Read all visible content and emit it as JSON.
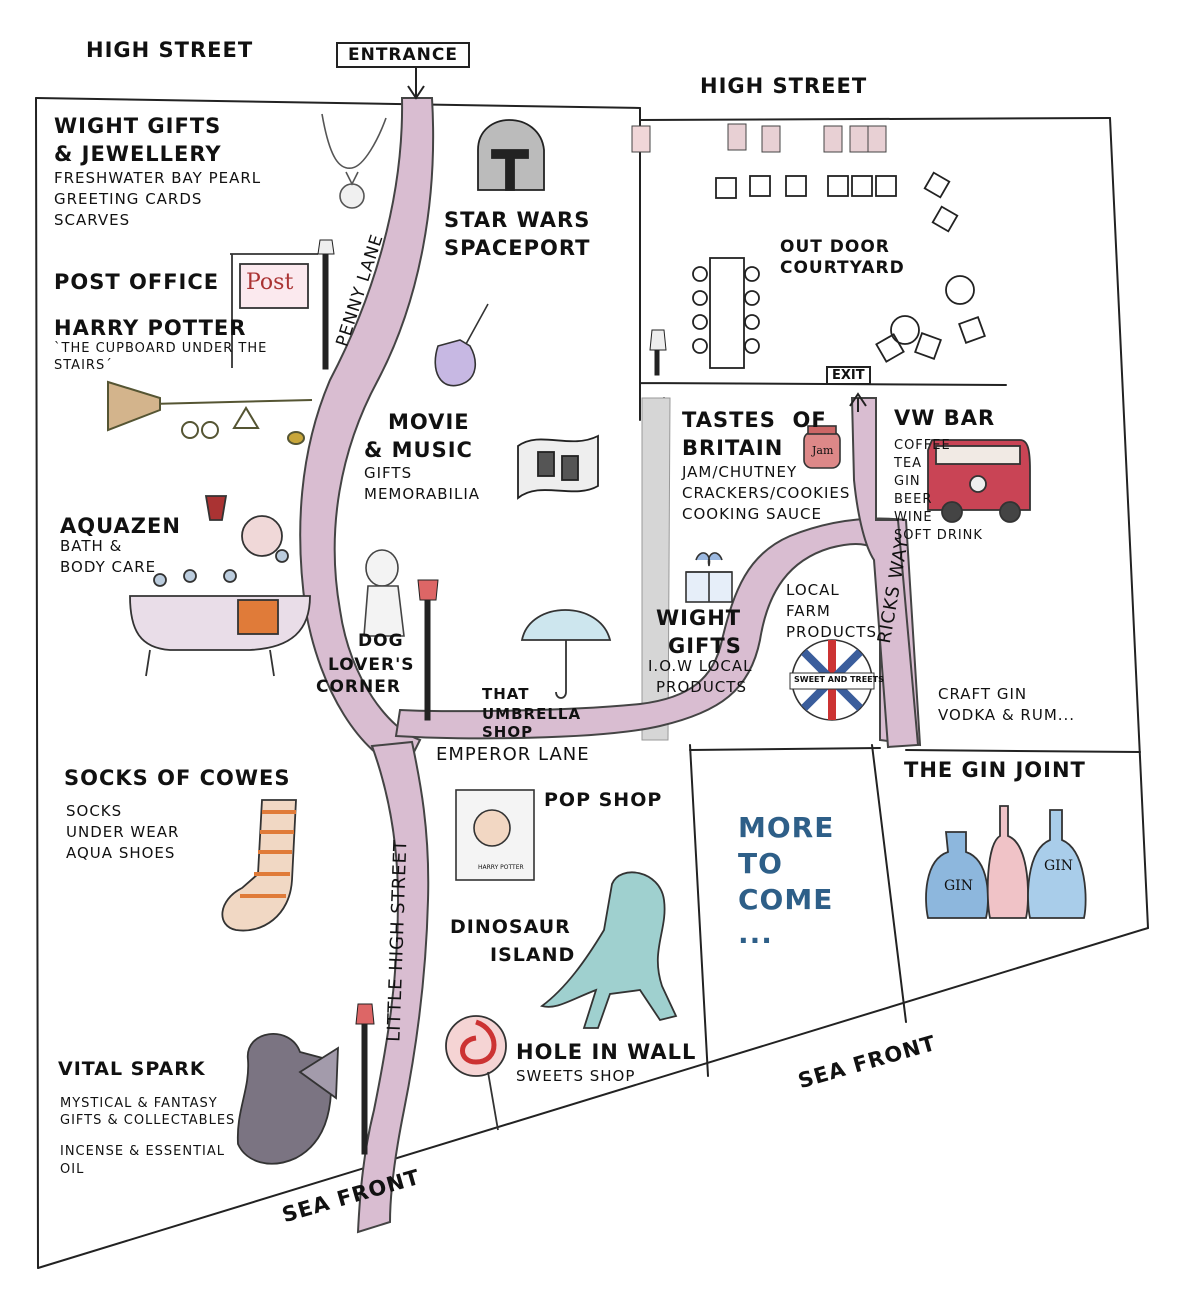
{
  "streets": {
    "high_street_left": "HIGH STREET",
    "high_street_right": "HIGH STREET",
    "entrance": "ENTRANCE",
    "exit": "EXIT",
    "penny_lane": "PENNY LANE",
    "emperor_lane": "EMPEROR LANE",
    "little_high_street": "LITTLE HIGH STREET",
    "ricks_way": "RICKS WAY",
    "sea_front_left": "SEA FRONT",
    "sea_front_right": "SEA FRONT"
  },
  "shops": {
    "wight_gifts_jewellery": {
      "title1": "WIGHT GIFTS",
      "title2": "& JEWELLERY",
      "lines": [
        "FRESHWATER BAY PEARL",
        "GREETING CARDS",
        "SCARVES"
      ]
    },
    "post_office": {
      "title": "POST OFFICE",
      "sign": "Post"
    },
    "harry_potter": {
      "title": "HARRY POTTER",
      "lines": [
        "`THE CUPBOARD UNDER THE",
        "STAIRS´"
      ]
    },
    "aquazen": {
      "title": "AQUAZEN",
      "lines": [
        "BATH &",
        "BODY CARE"
      ]
    },
    "star_wars": {
      "title1": "STAR WARS",
      "title2": "SPACEPORT"
    },
    "movie_music": {
      "title1": "MOVIE",
      "title2": "& MUSIC",
      "lines": [
        "GIFTS",
        "MEMORABILIA"
      ]
    },
    "dog_lovers": {
      "title1": "DOG",
      "title2": "LOVER'S",
      "title3": "CORNER"
    },
    "umbrella": {
      "title1": "THAT",
      "title2": "UMBRELLA",
      "title3": "SHOP"
    },
    "courtyard": {
      "title1": "OUT DOOR",
      "title2": "COURTYARD"
    },
    "tastes_of_britain": {
      "title1": "TASTES  OF",
      "title2": "BRITAIN",
      "jar": "Jam",
      "lines": [
        "JAM/CHUTNEY",
        "CRACKERS/COOKIES",
        "COOKING SAUCE"
      ]
    },
    "vw_bar": {
      "title": "VW BAR",
      "lines": [
        "COFFEE",
        "TEA",
        "GIN",
        "BEER",
        "WINE",
        "SOFT DRINK"
      ]
    },
    "wight_gifts_local": {
      "title1": "WIGHT",
      "title2": "GIFTS",
      "lines": [
        "I.O.W LOCAL",
        "PRODUCTS"
      ]
    },
    "local_farm": {
      "lines": [
        "LOCAL",
        "FARM",
        "PRODUCTS"
      ],
      "badge": "SWEET AND TREETS"
    },
    "gin_joint": {
      "title": "THE GIN JOINT",
      "lines": [
        "CRAFT GIN",
        "VODKA & RUM..."
      ],
      "bottle1": "GIN",
      "bottle2": "GIN"
    },
    "socks_of_cowes": {
      "title": "SOCKS OF COWES",
      "lines": [
        "SOCKS",
        "UNDER WEAR",
        "AQUA SHOES"
      ]
    },
    "pop_shop": {
      "title": "POP SHOP",
      "box": "HARRY POTTER"
    },
    "more_to_come": {
      "lines": [
        "MORE",
        "TO",
        "COME",
        "..."
      ]
    },
    "dinosaur_island": {
      "title1": "DINOSAUR",
      "title2": "ISLAND"
    },
    "hole_in_wall": {
      "title": "HOLE IN WALL",
      "lines": [
        "SWEETS SHOP"
      ]
    },
    "vital_spark": {
      "title": "VITAL SPARK",
      "lines": [
        "MYSTICAL & FANTASY",
        "GIFTS & COLLECTABLES",
        "INCENSE & ESSENTIAL",
        "OIL"
      ]
    }
  },
  "colors": {
    "lane": "#d9bdd1",
    "ink": "#222222",
    "more": "#2e5f88",
    "umbrella": "#cde6ee",
    "van": "#c94455",
    "gin_blue": "#8db7dd"
  }
}
